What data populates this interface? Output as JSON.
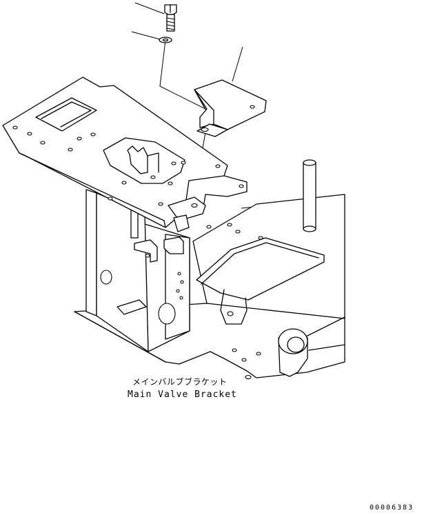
{
  "callout": {
    "name_jp": "メインバルブブラケット",
    "name_en": "Main Valve Bracket"
  },
  "drawing_number": "00006383"
}
